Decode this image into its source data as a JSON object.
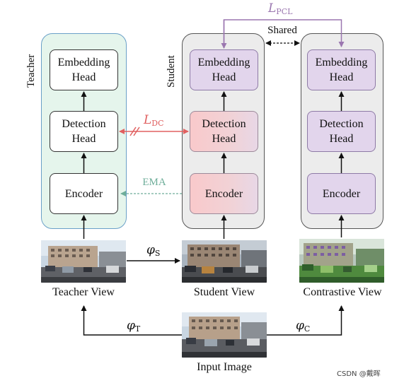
{
  "teacher": {
    "label": "Teacher",
    "embedding_head": "Embedding\nHead",
    "detection_head": "Detection\nHead",
    "encoder": "Encoder",
    "view_caption": "Teacher View"
  },
  "student": {
    "label": "Student",
    "embedding_head": "Embedding\nHead",
    "detection_head": "Detection\nHead",
    "encoder": "Encoder",
    "view_caption": "Student View"
  },
  "contrastive": {
    "embedding_head": "Embedding\nHead",
    "detection_head": "Detection\nHead",
    "encoder": "Encoder",
    "view_caption": "Contrastive View"
  },
  "losses": {
    "pcl_symbol": "L",
    "pcl_sub": "PCL",
    "dc_symbol": "L",
    "dc_sub": "DC",
    "ema": "EMA",
    "shared": "Shared"
  },
  "transforms": {
    "phi_s": "φ",
    "phi_s_sub": "S",
    "phi_t": "φ",
    "phi_t_sub": "T",
    "phi_c": "φ",
    "phi_c_sub": "C"
  },
  "input_caption": "Input Image",
  "watermark": "CSDN @戴晖",
  "colors": {
    "teacher_panel": "#e5f5ec",
    "teacher_border": "#6aa0c8",
    "student_panel": "#ececec",
    "embedding_box": "#e2d5ec",
    "detection_box": "#f9c9cb",
    "loss_pcl": "#9b77b0",
    "loss_dc": "#e06060",
    "ema": "#6fae9a"
  }
}
